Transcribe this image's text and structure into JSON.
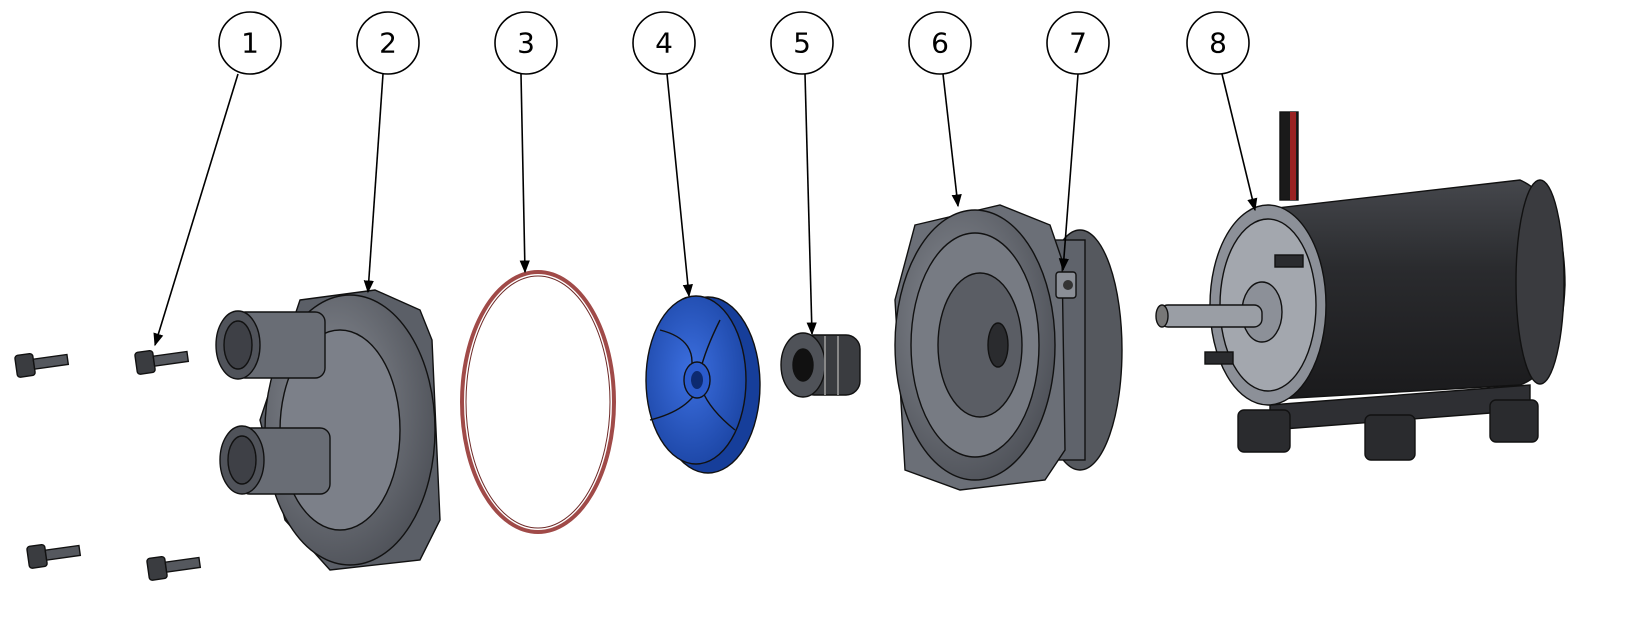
{
  "diagram": {
    "type": "exploded-assembly",
    "colors": {
      "housing": "#5f636b",
      "impeller": "#1f4fb5",
      "oring": "#a04a48",
      "motor": "#2a2b2e",
      "line": "#000000"
    },
    "callouts": [
      {
        "label": "1",
        "part": "screws"
      },
      {
        "label": "2",
        "part": "pump-cover"
      },
      {
        "label": "3",
        "part": "o-ring"
      },
      {
        "label": "4",
        "part": "impeller"
      },
      {
        "label": "5",
        "part": "shaft-seal"
      },
      {
        "label": "6",
        "part": "pump-body"
      },
      {
        "label": "7",
        "part": "nut"
      },
      {
        "label": "8",
        "part": "motor"
      }
    ]
  }
}
